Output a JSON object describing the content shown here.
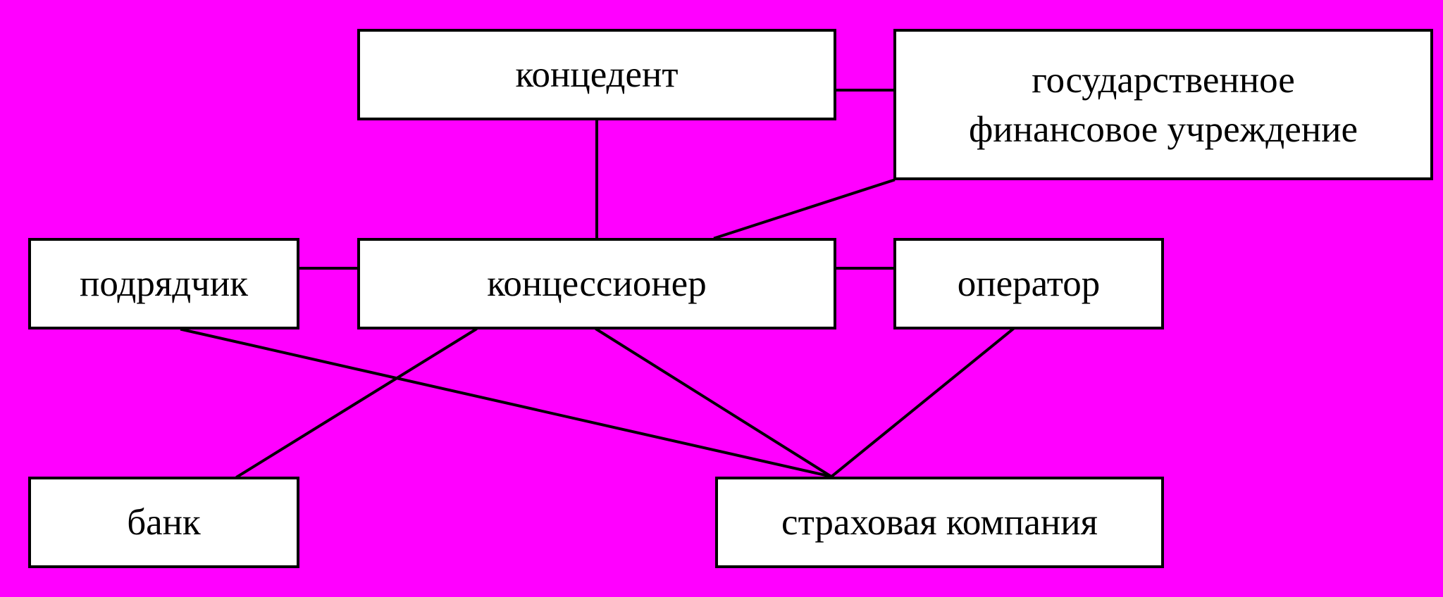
{
  "colors": {
    "background": "#ff00ff",
    "box_fill": "#ffffff",
    "box_border": "#000000",
    "connector": "#000000",
    "text": "#000000"
  },
  "nodes": {
    "koncedent": {
      "label": "концедент"
    },
    "gos_fin": {
      "label_line1": "государственное",
      "label_line2": "финансовое учреждение"
    },
    "podryadchik": {
      "label": "подрядчик"
    },
    "koncessioner": {
      "label": "концессионер"
    },
    "operator": {
      "label": "оператор"
    },
    "bank": {
      "label": "банк"
    },
    "strakhovaya": {
      "label": "страховая компания"
    }
  }
}
